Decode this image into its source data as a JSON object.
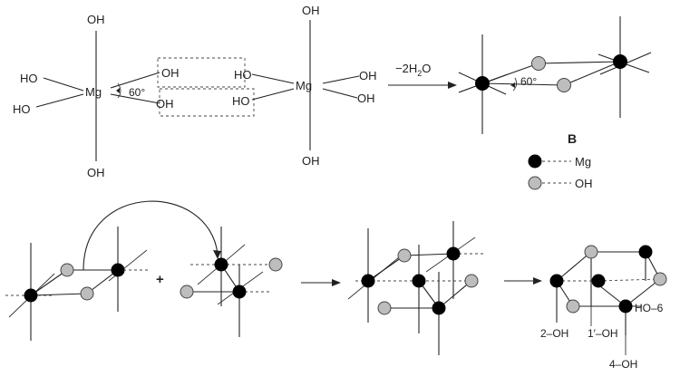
{
  "labels": {
    "oh": "OH",
    "ho": "HO",
    "mg": "Mg",
    "angle": "60°",
    "angle_b": "60°",
    "reaction_prefix": "−2H",
    "reaction_sub": "2",
    "reaction_suffix": "O",
    "section_b": "B",
    "legend_mg": "Mg",
    "legend_oh": "OH",
    "plus": "+",
    "label_2oh": "2–OH",
    "label_1oh": "1′–OH",
    "label_6oh": "HO–6",
    "label_4oh": "4–OH"
  },
  "colors": {
    "mg_atom": "#000000",
    "oh_group": "#bdbdbd",
    "stroke": "#222222"
  }
}
